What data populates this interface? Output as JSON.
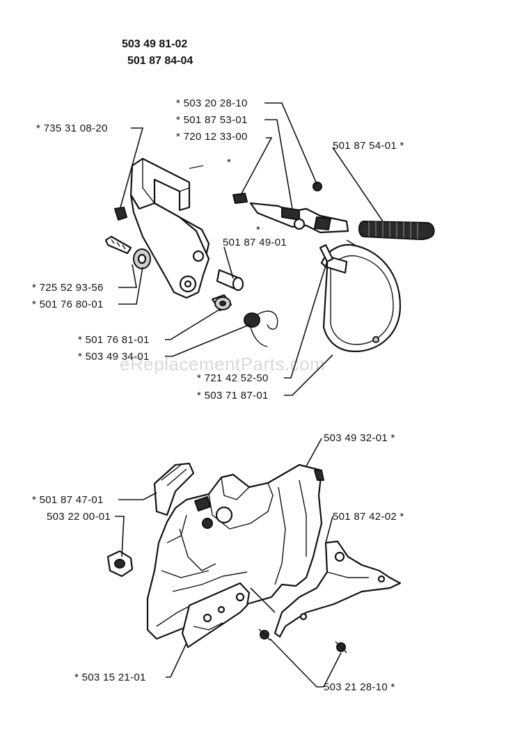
{
  "header": {
    "line1": "503 49 81-02",
    "line2": "501 87 84-04"
  },
  "watermark": "eReplacementParts.com",
  "callouts": [
    {
      "id": "c1",
      "text": "* 735 31 08-20"
    },
    {
      "id": "c2",
      "text": "* 503 20 28-10"
    },
    {
      "id": "c3",
      "text": "* 501 87 53-01"
    },
    {
      "id": "c4",
      "text": "* 720 12 33-00"
    },
    {
      "id": "c5",
      "text": "501 87 54-01 *"
    },
    {
      "id": "c6",
      "text": "501 87 49-01"
    },
    {
      "id": "c7",
      "text": "* 725 52 93-56"
    },
    {
      "id": "c8",
      "text": "* 501 76 80-01"
    },
    {
      "id": "c9",
      "text": "* 501 76 81-01"
    },
    {
      "id": "c10",
      "text": "* 503 49 34-01"
    },
    {
      "id": "c11",
      "text": "* 721 42 52-50"
    },
    {
      "id": "c12",
      "text": "* 503 71 87-01"
    },
    {
      "id": "c13",
      "text": "503 49 32-01 *"
    },
    {
      "id": "c14",
      "text": "* 501 87 47-01"
    },
    {
      "id": "c15",
      "text": "503 22 00-01"
    },
    {
      "id": "c16",
      "text": "501 87 42-02 *"
    },
    {
      "id": "c17",
      "text": "* 503 15 21-01"
    },
    {
      "id": "c18",
      "text": "503 21 28-10 *"
    }
  ],
  "asterisks": [
    "*",
    "*"
  ]
}
